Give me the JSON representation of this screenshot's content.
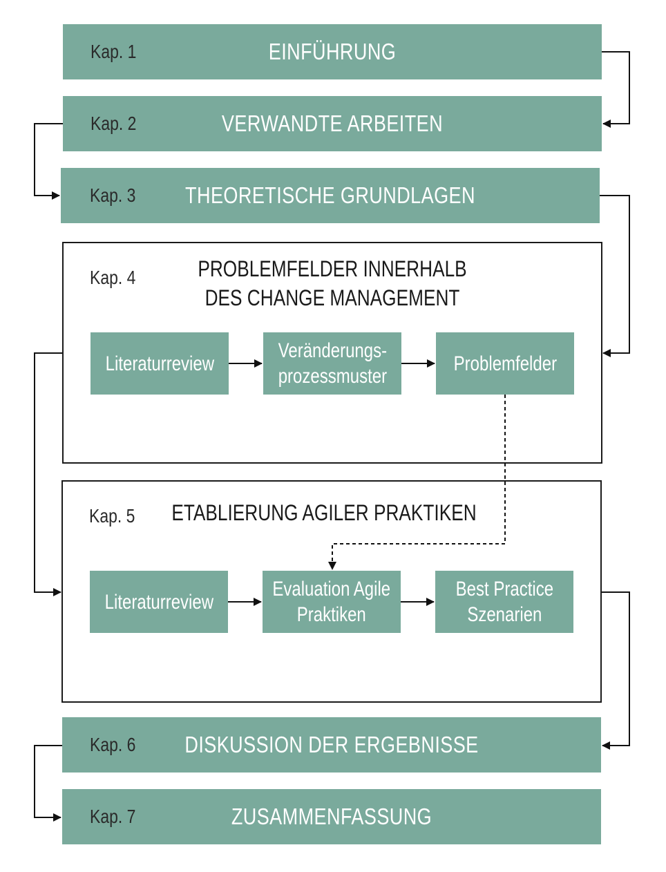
{
  "chapters": [
    {
      "kap": "Kap. 1",
      "title": "EINFÜHRUNG"
    },
    {
      "kap": "Kap. 2",
      "title": "VERWANDTE ARBEITEN"
    },
    {
      "kap": "Kap. 3",
      "title": "THEORETISCHE GRUNDLAGEN"
    },
    {
      "kap": "Kap. 4",
      "title_line1": "PROBLEMFELDER INNERHALB",
      "title_line2": "DES CHANGE MANAGEMENT",
      "boxes": [
        {
          "line1": "Literaturreview",
          "line2": ""
        },
        {
          "line1": "Veränderungs-",
          "line2": "prozessmuster"
        },
        {
          "line1": "Problemfelder",
          "line2": ""
        }
      ]
    },
    {
      "kap": "Kap. 5",
      "title": "ETABLIERUNG AGILER PRAKTIKEN",
      "boxes": [
        {
          "line1": "Literaturreview",
          "line2": ""
        },
        {
          "line1": "Evaluation Agile",
          "line2": "Praktiken"
        },
        {
          "line1": "Best Practice",
          "line2": "Szenarien"
        }
      ]
    },
    {
      "kap": "Kap. 6",
      "title": "DISKUSSION DER ERGEBNISSE"
    },
    {
      "kap": "Kap. 7",
      "title": "ZUSAMMENFASSUNG"
    }
  ],
  "colors": {
    "band": "#7aaa9c",
    "text_dark": "#1a1a1a",
    "text_light": "#ffffff"
  }
}
